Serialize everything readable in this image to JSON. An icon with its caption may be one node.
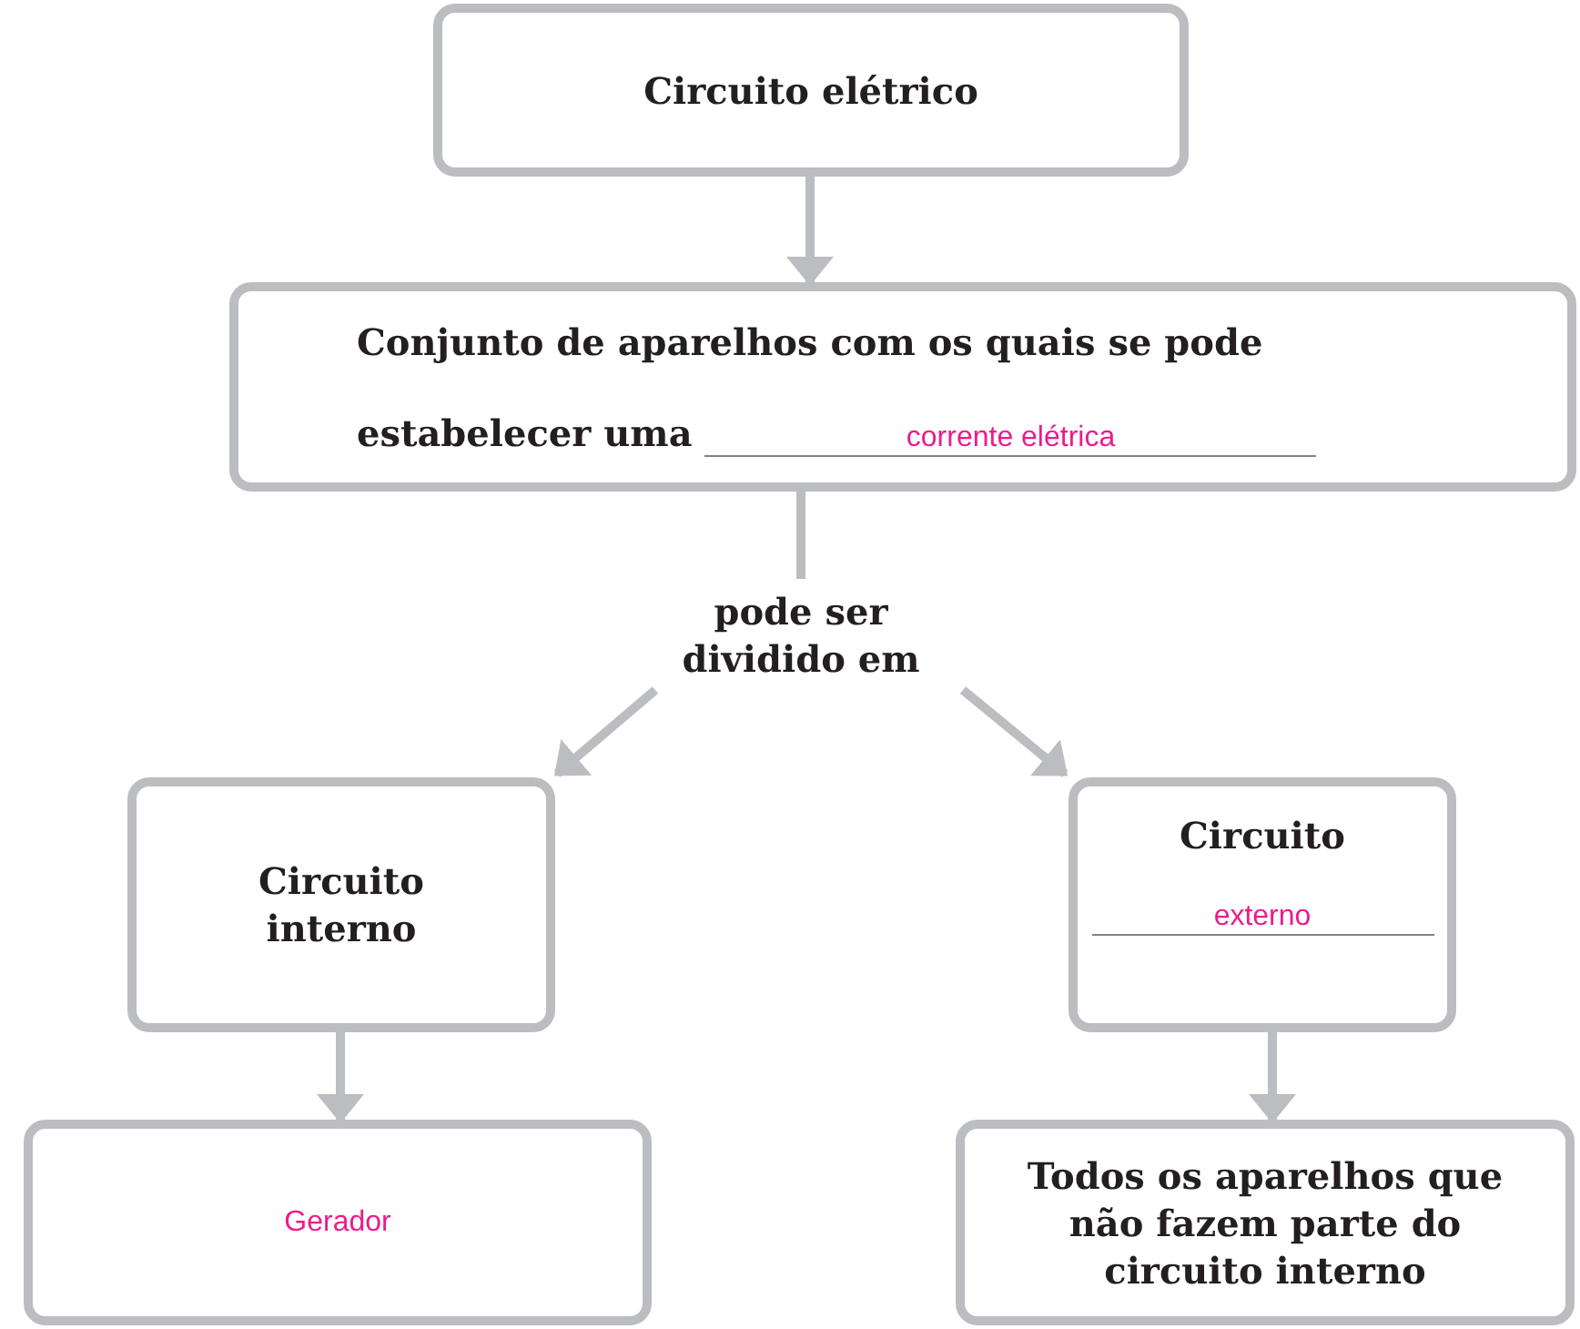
{
  "diagram": {
    "nodes": [
      {
        "text": [
          "Circuito elétrico"
        ]
      },
      {
        "text": [
          "Conjunto de aparelhos com os quais se pode estabelecer uma",
          "corrente elétrica"
        ]
      },
      {
        "text": [
          "pode ser dividido em"
        ]
      },
      {
        "text": [
          "Circuito interno"
        ]
      },
      {
        "text": [
          "Circuito",
          "externo"
        ]
      },
      {
        "text": [
          "Gerador"
        ]
      },
      {
        "text": [
          "Todos os aparelhos que não fazem parte do circuito interno"
        ]
      }
    ],
    "edges": [
      {
        "from": 0,
        "to": 1,
        "arrow": "to"
      },
      {
        "from": 1,
        "to": 2,
        "arrow": "none"
      },
      {
        "from": 2,
        "to": 3,
        "arrow": "to"
      },
      {
        "from": 2,
        "to": 4,
        "arrow": "to"
      },
      {
        "from": 3,
        "to": 5,
        "arrow": "to"
      },
      {
        "from": 4,
        "to": 6,
        "arrow": "to"
      }
    ]
  }
}
